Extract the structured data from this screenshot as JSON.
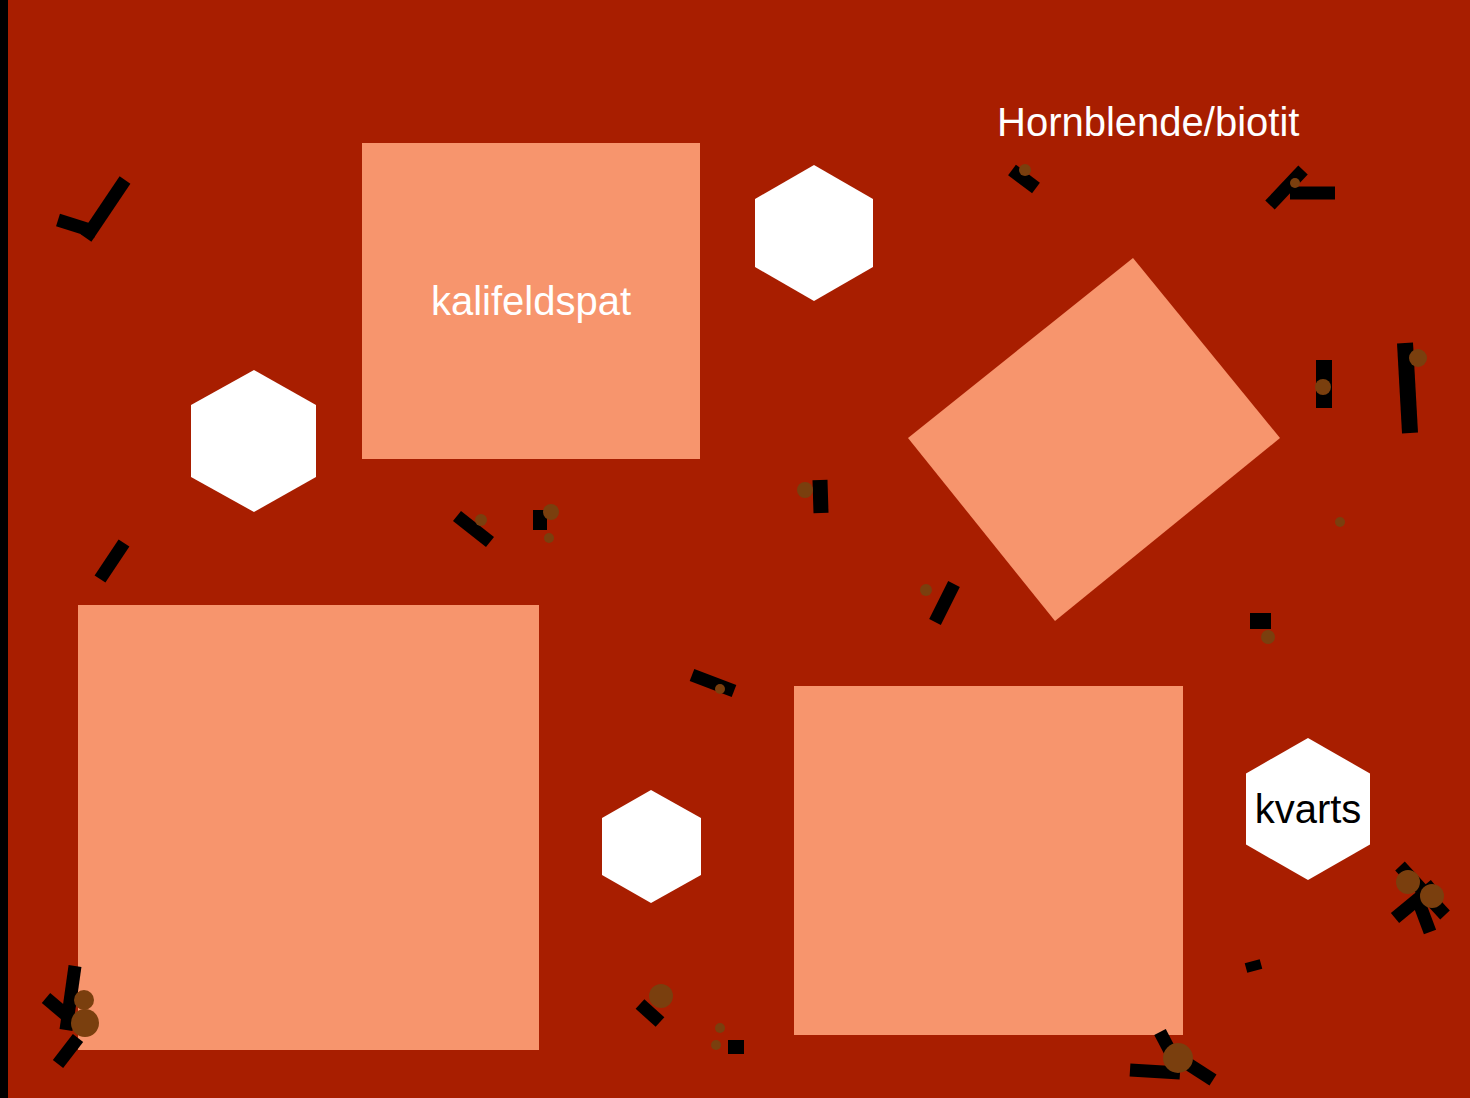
{
  "diagram": {
    "nodes": [
      {
        "text": [
          "kalifeldspat"
        ]
      },
      {
        "text": [
          "kvarts"
        ]
      }
    ],
    "labels": [
      "Hornblende/biotit"
    ]
  }
}
